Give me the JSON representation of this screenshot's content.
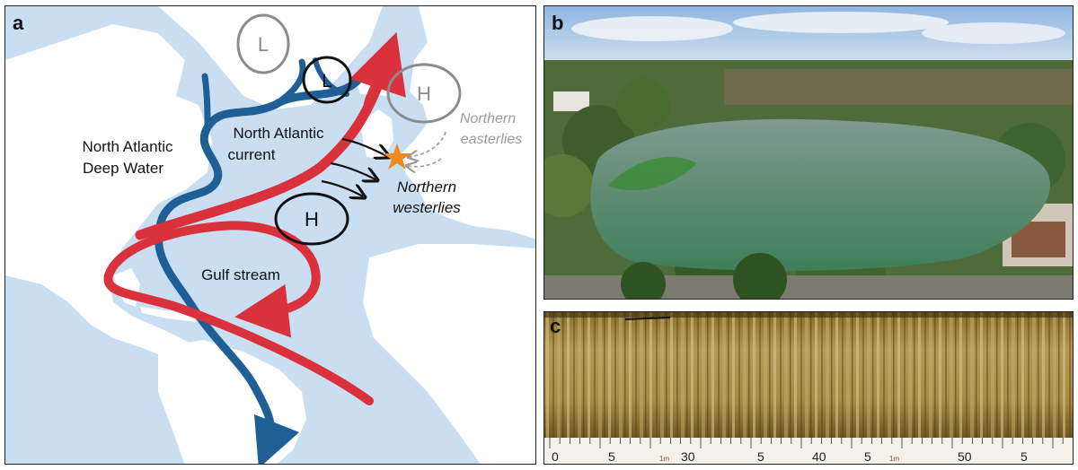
{
  "panels": {
    "a": {
      "label": "a",
      "nadw_line1": "North Atlantic",
      "nadw_line2": "Deep Water",
      "nac_line1": "North Atlantic",
      "nac_line2": "current",
      "gulf_stream": "Gulf stream",
      "westerlies_line1": "Northern",
      "westerlies_line2": "westerlies",
      "easterlies_line1": "Northern",
      "easterlies_line2": "easterlies",
      "pressure_low_grey": "L",
      "pressure_low_black": "L",
      "pressure_high_grey": "H",
      "pressure_high_black": "H"
    },
    "b": {
      "label": "b"
    },
    "c": {
      "label": "c",
      "ruler_marks": [
        "0",
        "5",
        "1m",
        "30",
        "5",
        "40",
        "5",
        "1m",
        "50",
        "5"
      ]
    }
  },
  "colors": {
    "ocean": "#c9def0",
    "land": "#ffffff",
    "warm_current": "#d9323d",
    "cold_current": "#1f5f96",
    "site_star": "#f08a1c",
    "grey_pressure": "#8c8c8c"
  }
}
